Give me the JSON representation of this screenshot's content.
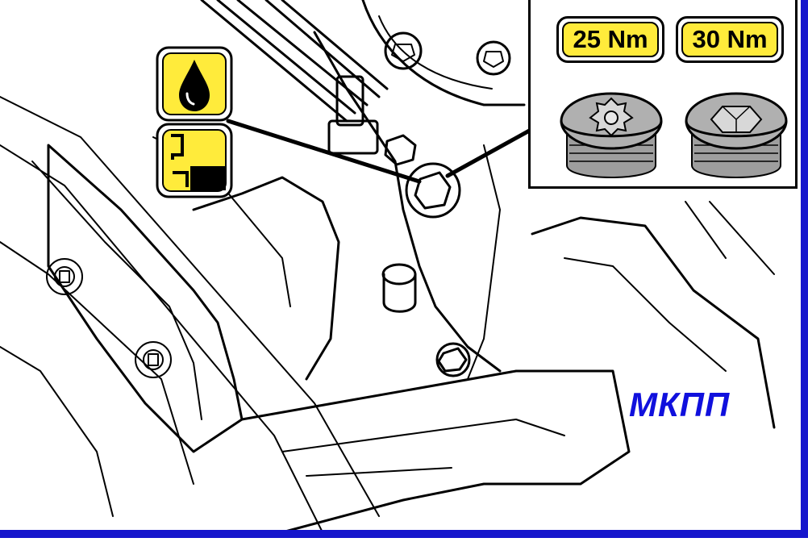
{
  "diagram": {
    "torque_labels": {
      "hex_plug": "25 Nm",
      "socket_plug": "30 Nm"
    },
    "caption": "МКПП",
    "icons": [
      "oil-drop-icon",
      "oil-level-icon"
    ],
    "colors": {
      "badge_fill": "#ffeb3b",
      "caption": "#1010dd",
      "frame": "#1616cc",
      "line_art": "#000000"
    }
  }
}
